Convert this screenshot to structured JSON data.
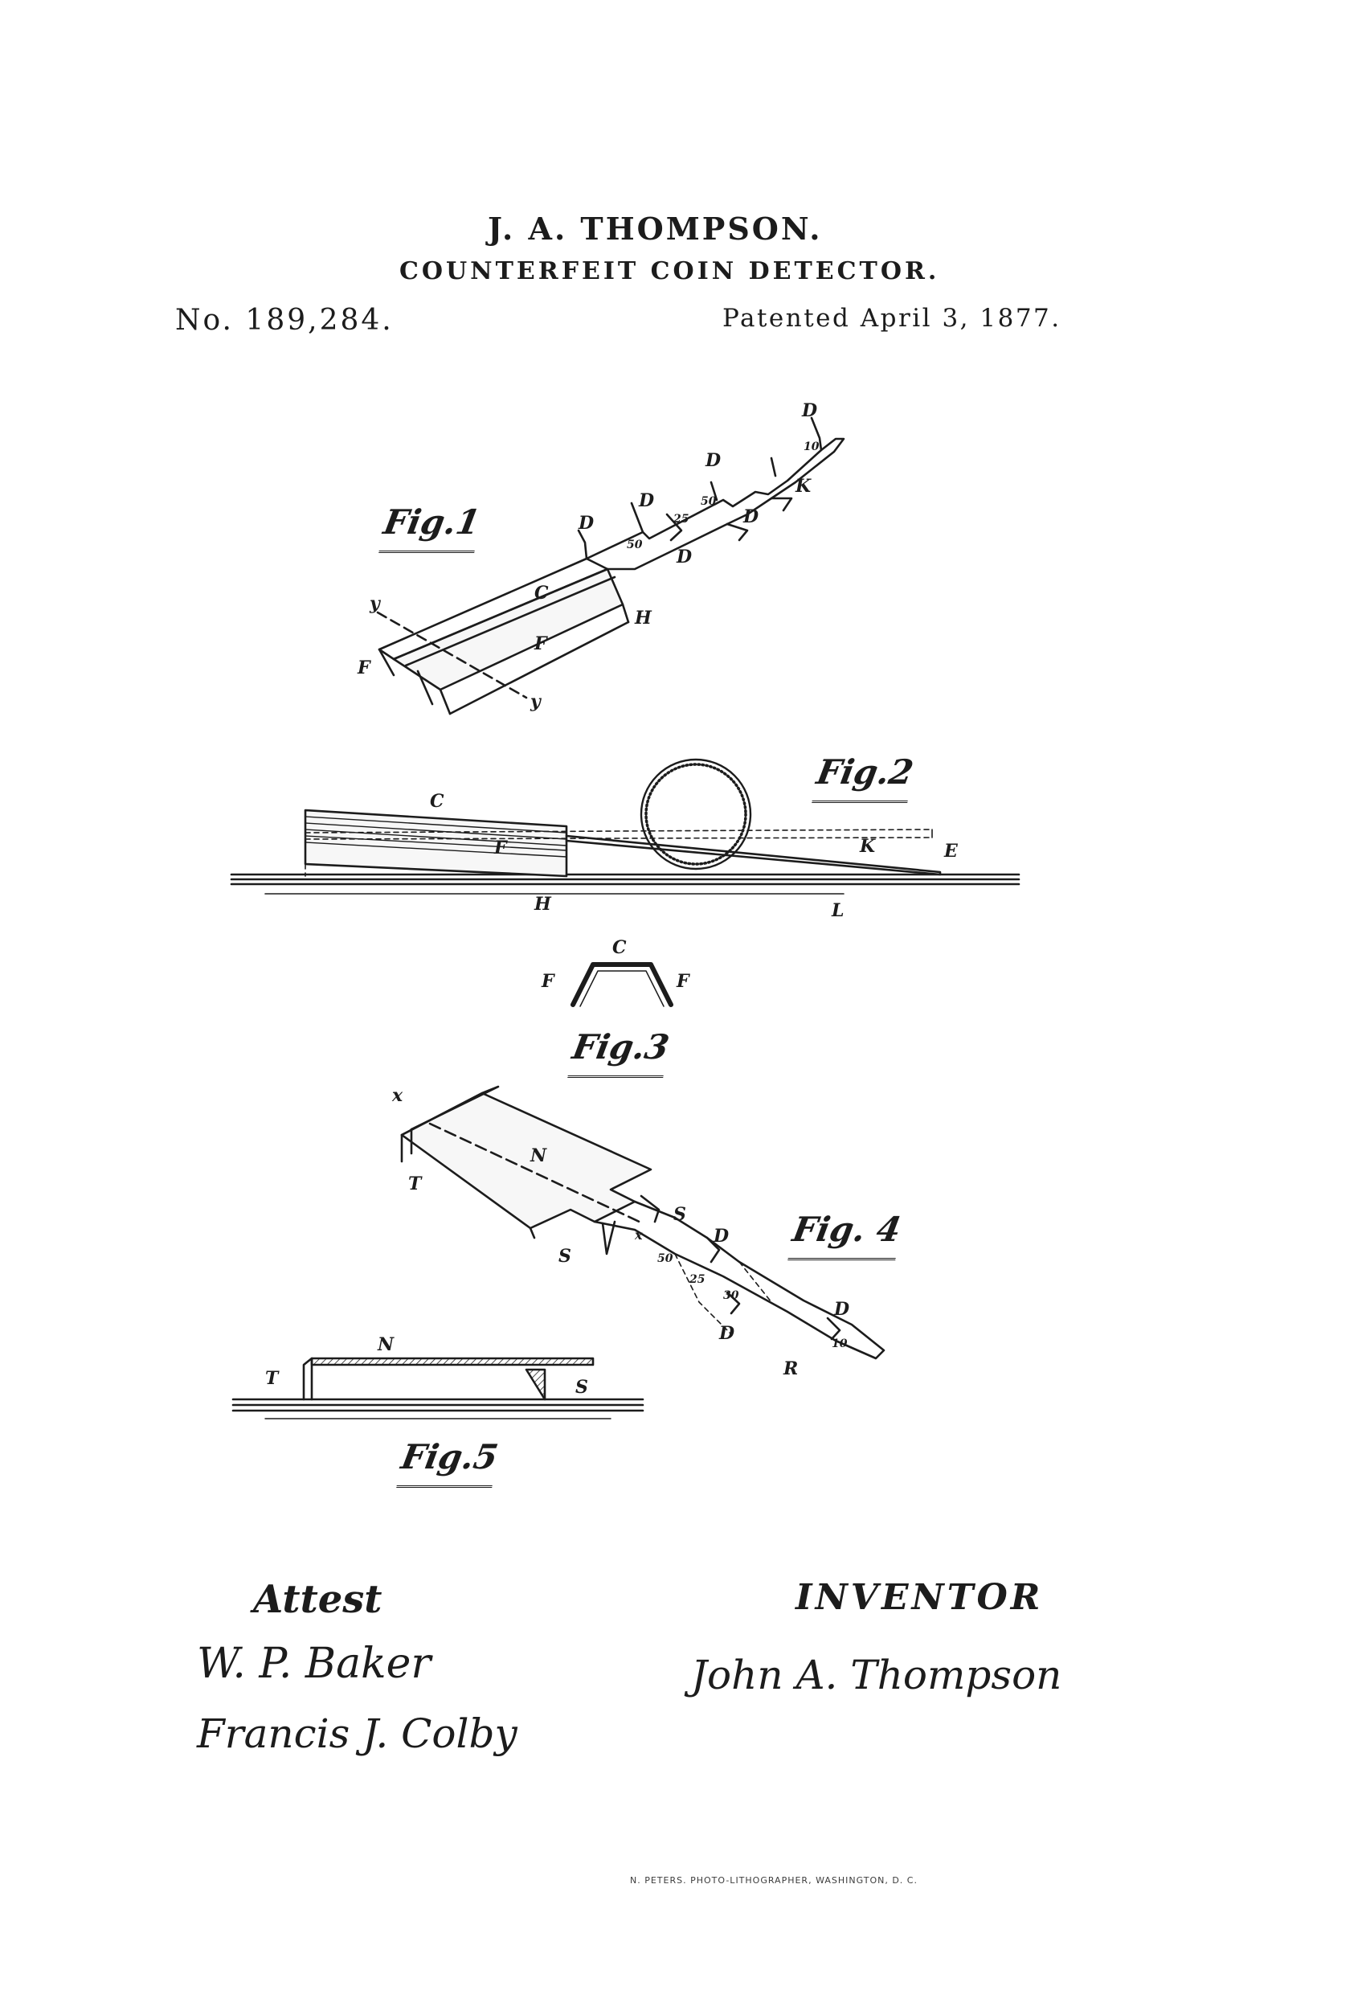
{
  "header": {
    "inventor_name": "J. A. THOMPSON.",
    "title": "COUNTERFEIT COIN DETECTOR.",
    "patent_number": "No. 189,284.",
    "patent_date": "Patented April 3, 1877."
  },
  "figures": {
    "fig1": {
      "label": "Fig.1",
      "letters": [
        "D",
        "D",
        "D",
        "D",
        "D",
        "D",
        "K",
        "C",
        "F",
        "F",
        "H",
        "y",
        "y"
      ],
      "numbers": [
        "50",
        "25",
        "50",
        "10"
      ]
    },
    "fig2": {
      "label": "Fig.2",
      "letters": [
        "C",
        "F",
        "K",
        "E",
        "H",
        "L"
      ]
    },
    "fig3": {
      "label": "Fig.3",
      "letters": [
        "C",
        "F",
        "F"
      ]
    },
    "fig4": {
      "label": "Fig. 4",
      "letters": [
        "x",
        "N",
        "T",
        "S",
        "S",
        "D",
        "D",
        "D",
        "R",
        "x"
      ],
      "numbers": [
        "50",
        "25",
        "30",
        "10"
      ]
    },
    "fig5": {
      "label": "Fig.5",
      "letters": [
        "N",
        "T",
        "S"
      ]
    }
  },
  "attest": {
    "heading": "Attest",
    "witness_1": "W. P. Baker",
    "witness_2": "Francis J. Colby"
  },
  "inventor": {
    "heading": "INVENTOR",
    "signature": "John A. Thompson"
  },
  "footer": {
    "lithographer": "N. PETERS. PHOTO-LITHOGRAPHER, WASHINGTON, D. C."
  },
  "colors": {
    "ink": "#1c1c1c",
    "paper": "#ffffff"
  }
}
